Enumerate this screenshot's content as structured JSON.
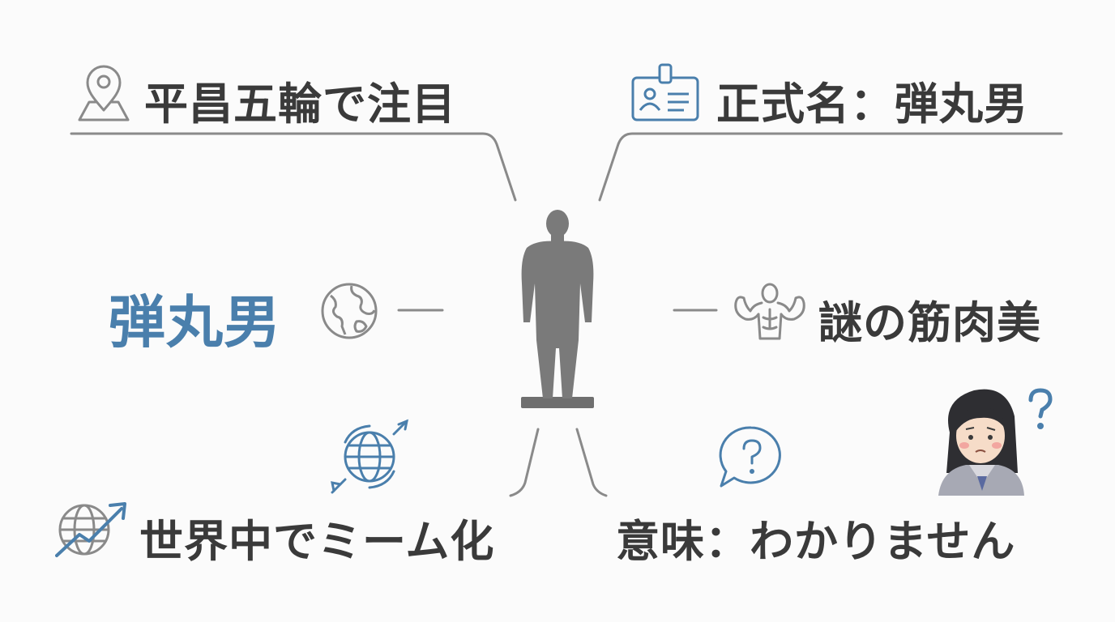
{
  "center": {
    "figure": "bodybuilder-silhouette-icon"
  },
  "labels": {
    "pyeongchang": "平昌五輪で注目",
    "formal_name": "正式名：弾丸男",
    "main_name": "弾丸男",
    "muscle": "謎の筋肉美",
    "meme": "世界中でミーム化",
    "meaning": "意味：わかりません"
  },
  "icons": {
    "pyeongchang": "map-pin-icon",
    "formal_name": "id-badge-icon",
    "main_name": "globe-icon",
    "muscle": "flexing-muscle-icon",
    "meme_top": "globe-arrows-icon",
    "meme": "globe-trend-icon",
    "meaning_bubble": "question-bubble-icon",
    "meaning_person": "confused-girl-icon",
    "meaning_mark": "question-mark-icon"
  },
  "colors": {
    "accent": "#4a7fac",
    "text": "#3a3a3a",
    "line": "#8a8a8a",
    "figure": "#7a7a7a"
  }
}
